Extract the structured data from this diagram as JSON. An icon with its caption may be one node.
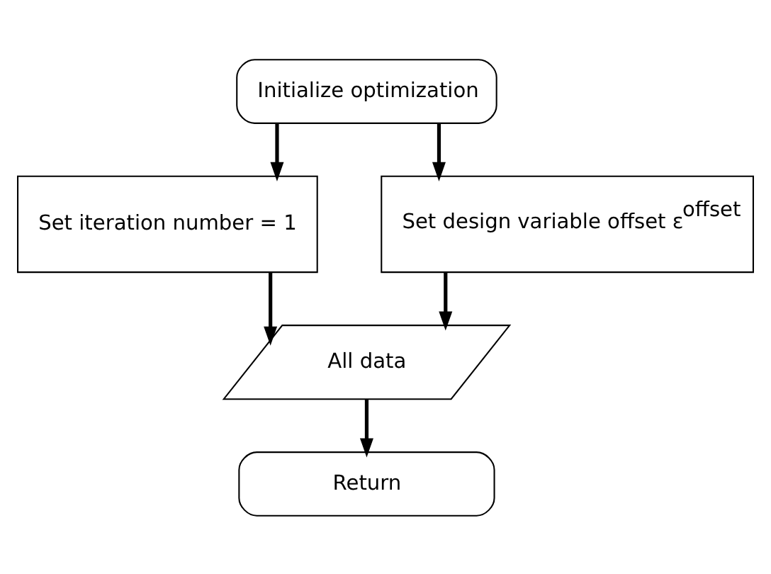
{
  "diagram": {
    "nodes": [
      {
        "text": [
          "Initialize optimization"
        ]
      },
      {
        "text": [
          "Set iteration number = 1"
        ]
      },
      {
        "text": [
          "Set design variable offset ε$^{offset}$"
        ]
      },
      {
        "text": [
          "All data"
        ]
      },
      {
        "text": [
          "Return"
        ]
      }
    ],
    "edges": [
      {
        "from": 0,
        "to": 1,
        "arrow": "to"
      },
      {
        "from": 0,
        "to": 2,
        "arrow": "to"
      },
      {
        "from": 1,
        "to": 3,
        "arrow": "to"
      },
      {
        "from": 2,
        "to": 3,
        "arrow": "to"
      },
      {
        "from": 3,
        "to": 4,
        "arrow": "to"
      }
    ]
  }
}
